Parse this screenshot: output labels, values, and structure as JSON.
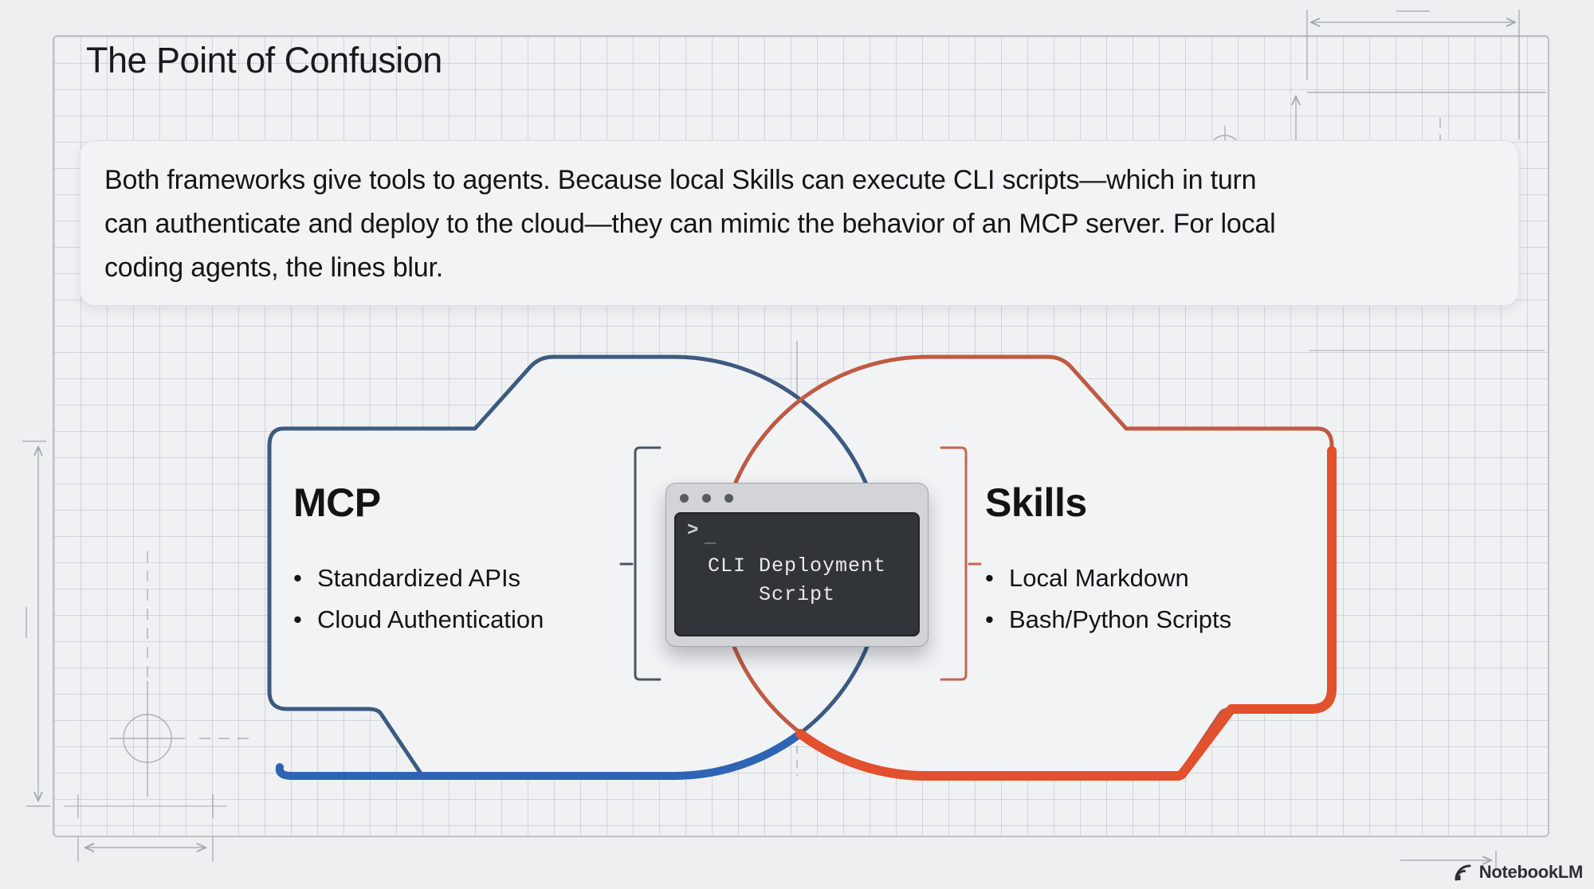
{
  "title": "The Point of Confusion",
  "paragraph": {
    "lines": [
      "Both frameworks give tools to agents. Because local Skills can execute CLI scripts—which in turn",
      "can authenticate and deploy to the cloud—they can mimic the behavior of an MCP server. For local",
      "coding agents, the lines blur."
    ]
  },
  "bullet_char": "•",
  "mcp": {
    "heading": "MCP",
    "items": [
      "Standardized APIs",
      "Cloud Authentication"
    ]
  },
  "skills": {
    "heading": "Skills",
    "items": [
      "Local Markdown",
      "Bash/Python Scripts"
    ]
  },
  "terminal": {
    "prompt": ">",
    "cursor": "_",
    "lines": [
      "CLI Deployment",
      "Script"
    ]
  },
  "watermark": {
    "label": "NotebookLM"
  },
  "colors": {
    "background": "#edeff1",
    "sheet": "#f0f1f3",
    "blue_outline": "#3d5a80",
    "blue_accent": "#2f64b5",
    "red_outline": "#c05a43",
    "red_accent": "#e2502d",
    "bracket_left": "#4a5662",
    "bracket_right": "#c4674e",
    "terminal_screen": "#313438",
    "terminal_frame": "#d2d4d7",
    "decor_line": "#99a0ab"
  }
}
